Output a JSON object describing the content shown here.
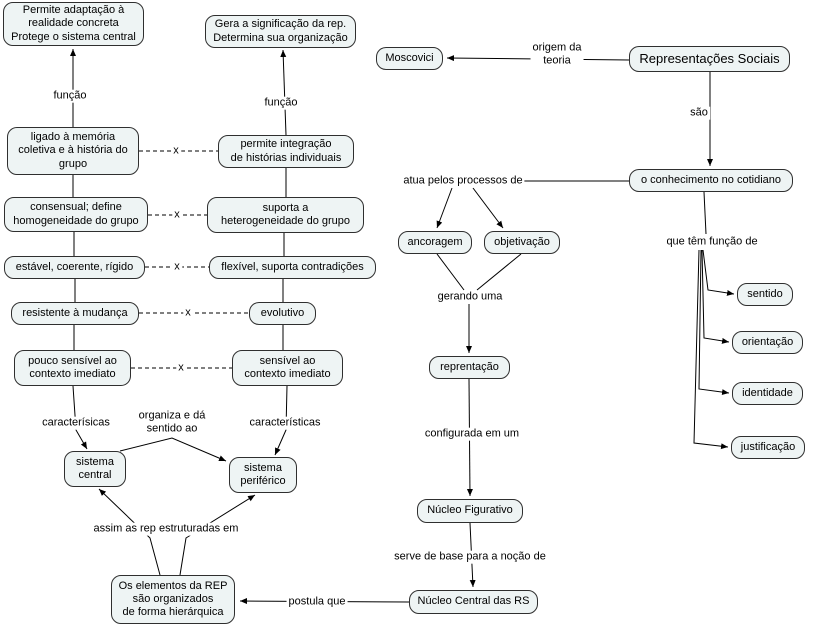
{
  "style": {
    "background": "#ffffff",
    "node_fill": "#eef4f4",
    "node_border": "#2f2f2f",
    "line_color": "#000000"
  },
  "nodes": {
    "adapt": {
      "label": "Permite adaptação à\nrealidade concreta\nProtege o sistema central"
    },
    "signif": {
      "label": "Gera a significação da rep.\nDetermina sua organização"
    },
    "memoria": {
      "label": "ligado à memória\ncoletiva e à história do\ngrupo"
    },
    "integracao": {
      "label": "permite integração\nde histórias individuais"
    },
    "consensual": {
      "label": "consensual; define\nhomogeneidade do grupo"
    },
    "suporta": {
      "label": "suporta a\nheterogeneidade do grupo"
    },
    "estavel": {
      "label": "estável, coerente, rígido"
    },
    "flexivel": {
      "label": "flexível, suporta contradições"
    },
    "resistente": {
      "label": "resistente à mudança"
    },
    "evolutivo": {
      "label": "evolutivo"
    },
    "poucosensivel": {
      "label": "pouco sensível ao\ncontexto imediato"
    },
    "sensivel": {
      "label": "sensível ao\ncontexto imediato"
    },
    "sistcentral": {
      "label": "sistema\ncentral"
    },
    "sistperiferico": {
      "label": "sistema\nperiférico"
    },
    "elementos": {
      "label": "Os elementos da REP\nsão organizados\nde forma hierárquica"
    },
    "moscovici": {
      "label": "Moscovici"
    },
    "repsociais": {
      "label": "Representações Sociais"
    },
    "conhecimento": {
      "label": "o conhecimento no cotidiano"
    },
    "ancoragem": {
      "label": "ancoragem"
    },
    "objetivacao": {
      "label": "objetivação"
    },
    "reprentacao": {
      "label": "reprentação"
    },
    "nucleofig": {
      "label": "Núcleo Figurativo"
    },
    "nucleocentral": {
      "label": "Núcleo Central das RS"
    },
    "sentido": {
      "label": "sentido"
    },
    "orientacao": {
      "label": "orientação"
    },
    "identidade": {
      "label": "identidade"
    },
    "justificacao": {
      "label": "justificação"
    }
  },
  "links": {
    "funcao1": {
      "label": "função"
    },
    "funcao2": {
      "label": "função"
    },
    "origem": {
      "label": "origem da\nteoria"
    },
    "sao": {
      "label": "são"
    },
    "atua": {
      "label": "atua pelos processos de"
    },
    "quetem": {
      "label": "que têm função de"
    },
    "gerando": {
      "label": "gerando uma"
    },
    "configurada": {
      "label": "configurada em um"
    },
    "serve": {
      "label": "serve de base para a noção de"
    },
    "postula": {
      "label": "postula que"
    },
    "caract1": {
      "label": "caracterísicas"
    },
    "organiza": {
      "label": "organiza e dá\nsentido ao"
    },
    "caract2": {
      "label": "características"
    },
    "assim": {
      "label": "assim as rep estruturadas em"
    },
    "x_mark": {
      "label": "x"
    }
  }
}
